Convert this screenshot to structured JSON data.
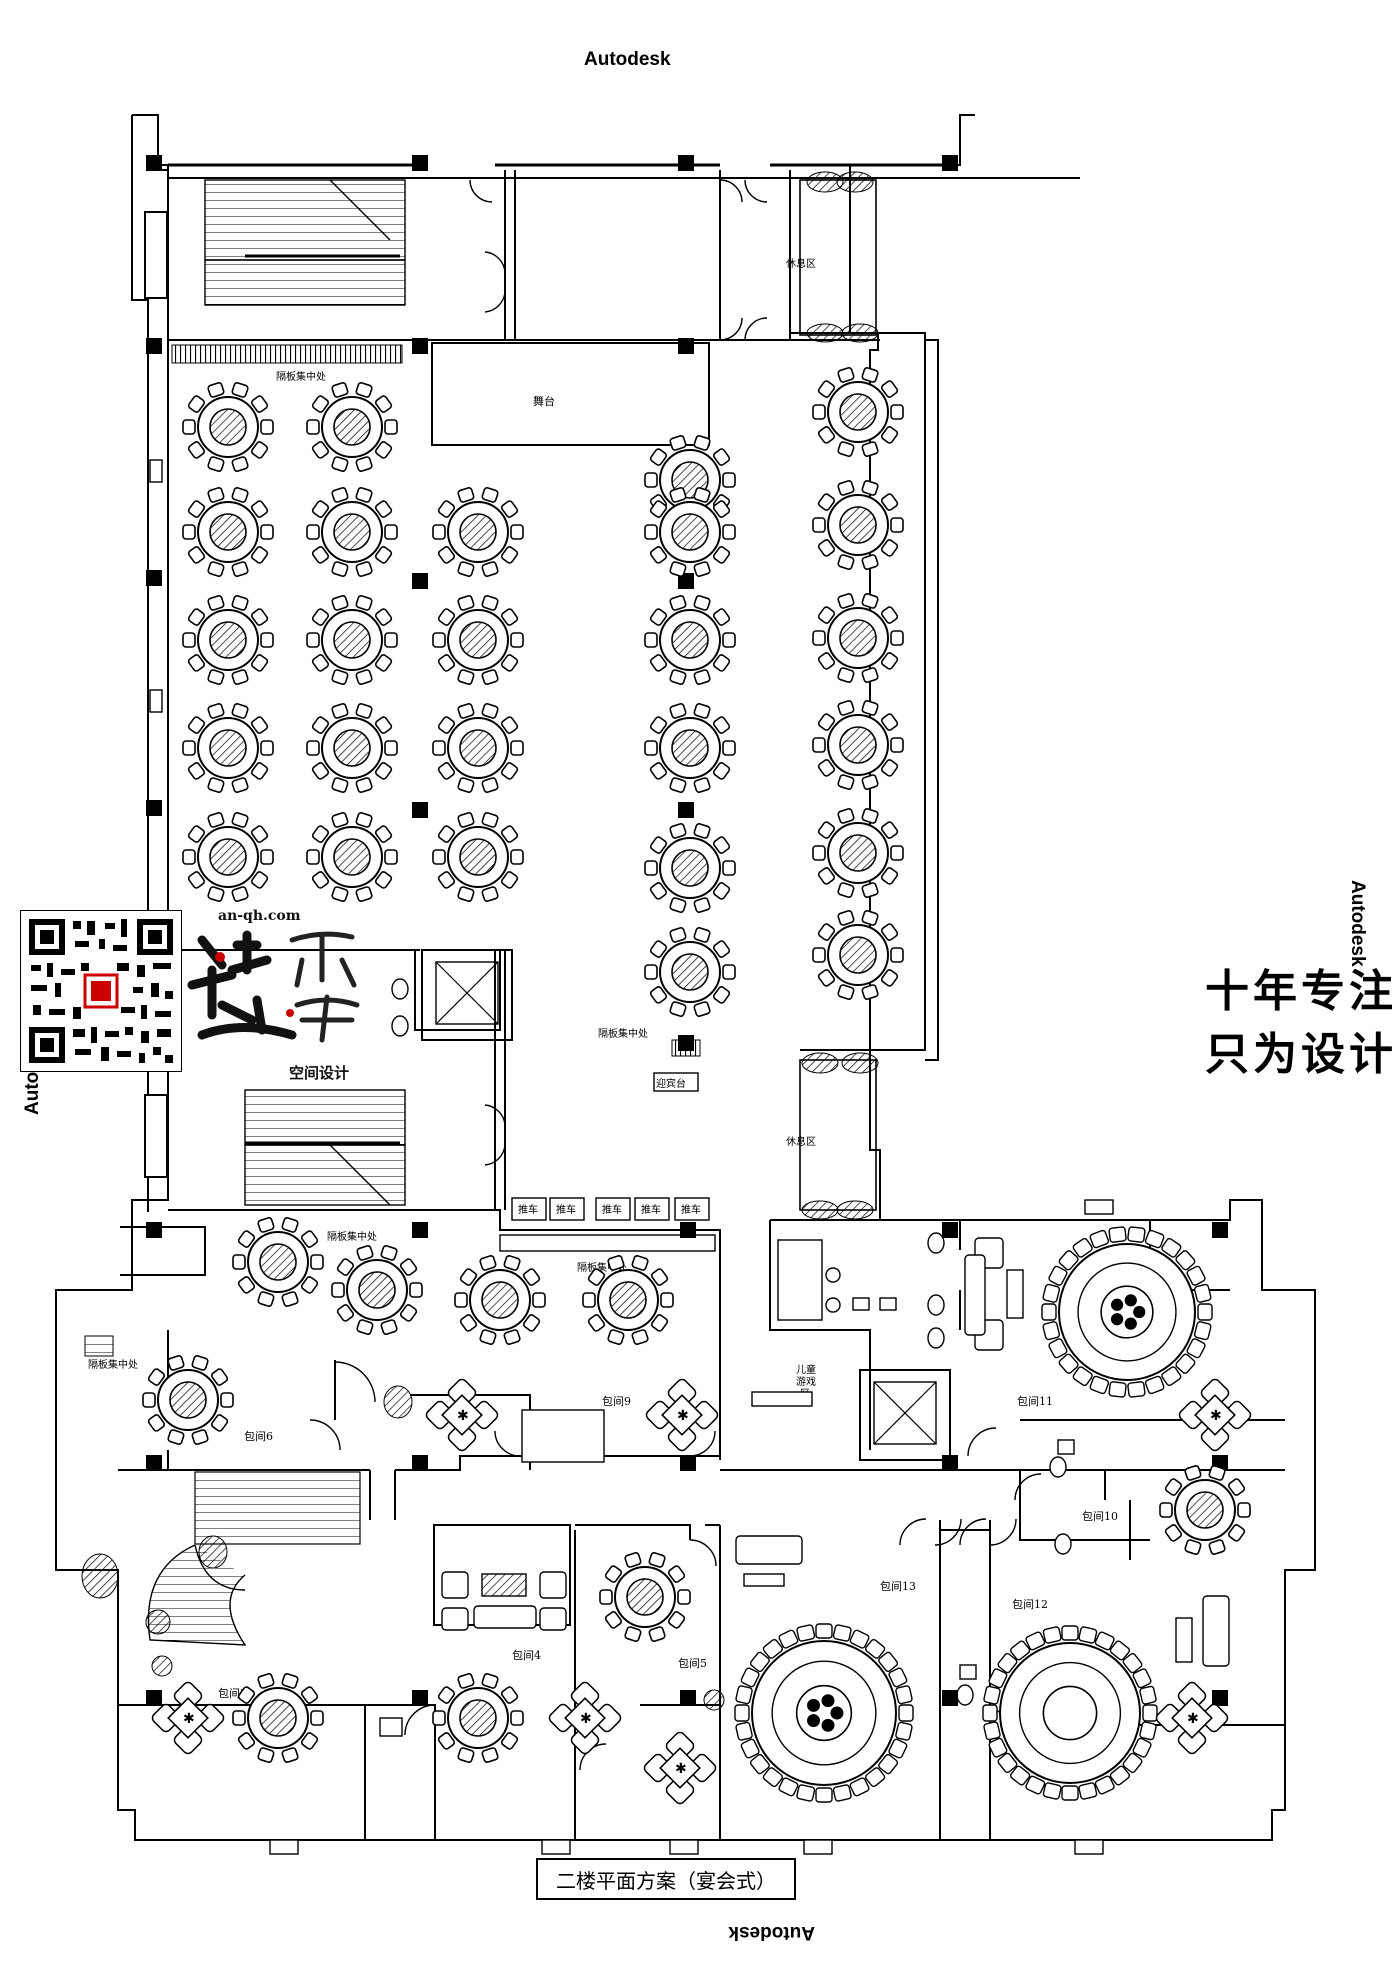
{
  "watermarks": {
    "top": "Autodesk",
    "right": "Autodesk",
    "left": "Autodesk",
    "bottom": "Autodesk"
  },
  "slogan": {
    "line1": "十年专注",
    "line2": "只为设计"
  },
  "logo": {
    "url": "an-qh.com",
    "design": "空间设计"
  },
  "drawing_title": "二楼平面方案（宴会式）",
  "labels": {
    "stage": "舞台",
    "rest_area": "休息区",
    "partition_1": "隔板集中处",
    "partition_2": "隔板集中处",
    "partition_3": "隔板集中处",
    "partition_4": "隔板集中处",
    "partition_5": "隔板集中处",
    "reception": "迎宾台",
    "cart": "推车",
    "kids_area_1": "儿童",
    "kids_area_2": "游戏",
    "kids_area_3": "区",
    "room3": "包间3",
    "room4": "包间4",
    "room5": "包间5",
    "room6": "包间6",
    "room9": "包间9",
    "room10": "包间10",
    "room11": "包间11",
    "room12": "包间12",
    "room13": "包间13"
  },
  "colors": {
    "line": "#000000",
    "hatch": "#222222"
  }
}
